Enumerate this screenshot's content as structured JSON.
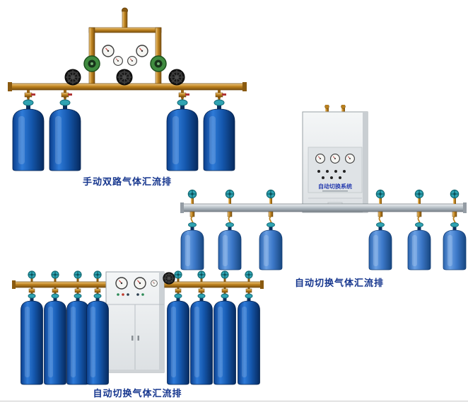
{
  "page": {
    "background": "#ffffff",
    "caption_color": "#16368e"
  },
  "products": [
    {
      "name": "manual-dual-line-gas-manifold",
      "caption": "手动双路气体汇流排",
      "cylinder_count": 4
    },
    {
      "name": "automatic-switching-gas-manifold",
      "caption": "自动切换气体汇流排",
      "cabinet_label": "自动切换系统",
      "cylinder_count": 6
    },
    {
      "name": "automatic-switching-gas-manifold-2",
      "caption": "自动切换气体汇流排",
      "cylinder_count": 8
    }
  ],
  "colors": {
    "brass_pipe": "#c08420",
    "cylinder_blue": "#1558ae",
    "valve_teal": "#2fa3b2",
    "cabinet_gray": "#e9ecee",
    "pipe_silver": "#b4bdc4"
  }
}
